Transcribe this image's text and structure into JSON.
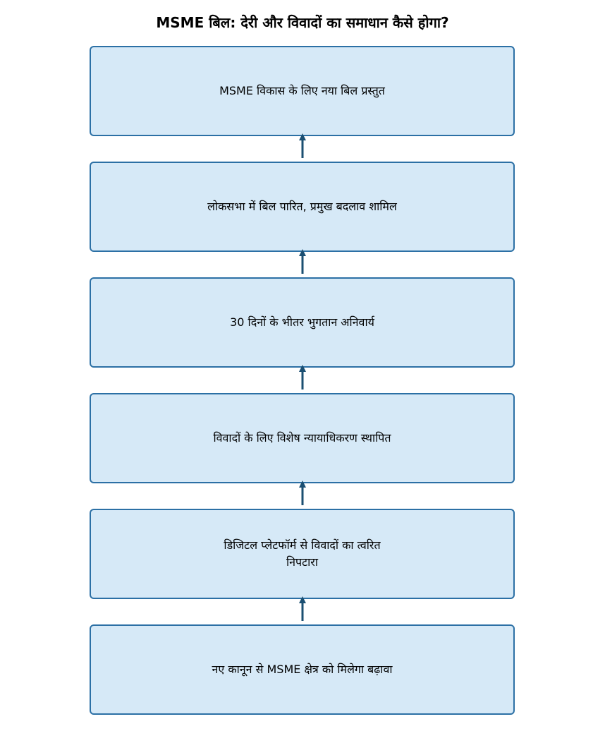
{
  "title": "MSME बिल: देरी और विवादों का समाधान कैसे होगा?",
  "colors": {
    "box_fill": "#d6e9f7",
    "box_border": "#2c70a5",
    "arrow": "#1b4f72"
  },
  "steps": [
    {
      "label": "MSME विकास के लिए नया बिल प्रस्तुत"
    },
    {
      "label": "लोकसभा में बिल पारित, प्रमुख बदलाव शामिल"
    },
    {
      "label": "30 दिनों के भीतर भुगतान अनिवार्य"
    },
    {
      "label": "विवादों के लिए विशेष न्यायाधिकरण स्थापित"
    },
    {
      "label": "डिजिटल प्लेटफॉर्म से विवादों का त्वरित निपटारा"
    },
    {
      "label": "नए कानून से MSME क्षेत्र को मिलेगा बढ़ावा"
    }
  ],
  "arrow_direction": "up"
}
